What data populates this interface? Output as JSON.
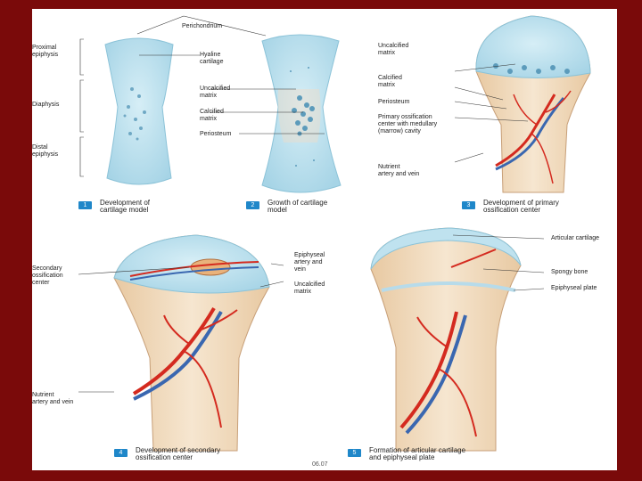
{
  "stages": [
    {
      "number": "1",
      "caption": "Development of\ncartilage model"
    },
    {
      "number": "2",
      "caption": "Growth of cartilage\nmodel"
    },
    {
      "number": "3",
      "caption": "Development of primary\nossification center"
    },
    {
      "number": "4",
      "caption": "Development of secondary\nossification center"
    },
    {
      "number": "5",
      "caption": "Formation of articular cartilage\nand epiphyseal plate"
    }
  ],
  "labels": {
    "perichondrium": "Perichondrium",
    "proximal_epiphysis": "Proximal\nepiphysis",
    "hyaline_cartilage": "Hyaline\ncartilage",
    "diaphysis": "Diaphysis",
    "uncalcified_matrix_2": "Uncalcified\nmatrix",
    "calcified_matrix_2": "Calcified\nmatrix",
    "periosteum_2": "Periosteum",
    "distal_epiphysis": "Distal\nepiphysis",
    "uncalcified_matrix_3": "Uncalcified\nmatrix",
    "calcified_matrix_3": "Calcified\nmatrix",
    "periosteum_3": "Periosteum",
    "primary_ossification": "Primary ossification\ncenter with medullary\n(marrow) cavity",
    "nutrient_artery_3": "Nutrient\nartery and vein",
    "secondary_ossification": "Secondary\nossification\ncenter",
    "epiphyseal_artery": "Epiphyseal\nartery and\nvein",
    "uncalcified_matrix_4": "Uncalcified\nmatrix",
    "nutrient_artery_4": "Nutrient\nartery and vein",
    "articular_cartilage": "Articular cartilage",
    "spongy_bone": "Spongy bone",
    "epiphyseal_plate": "Epiphyseal plate"
  },
  "figure_code": "06.07",
  "colors": {
    "frame": "#7a0a0a",
    "cartilage": "#bfe2ef",
    "bone": "#f1dcc2",
    "artery": "#d42a1f",
    "vein": "#3a67b0",
    "badge": "#1f87c9"
  }
}
